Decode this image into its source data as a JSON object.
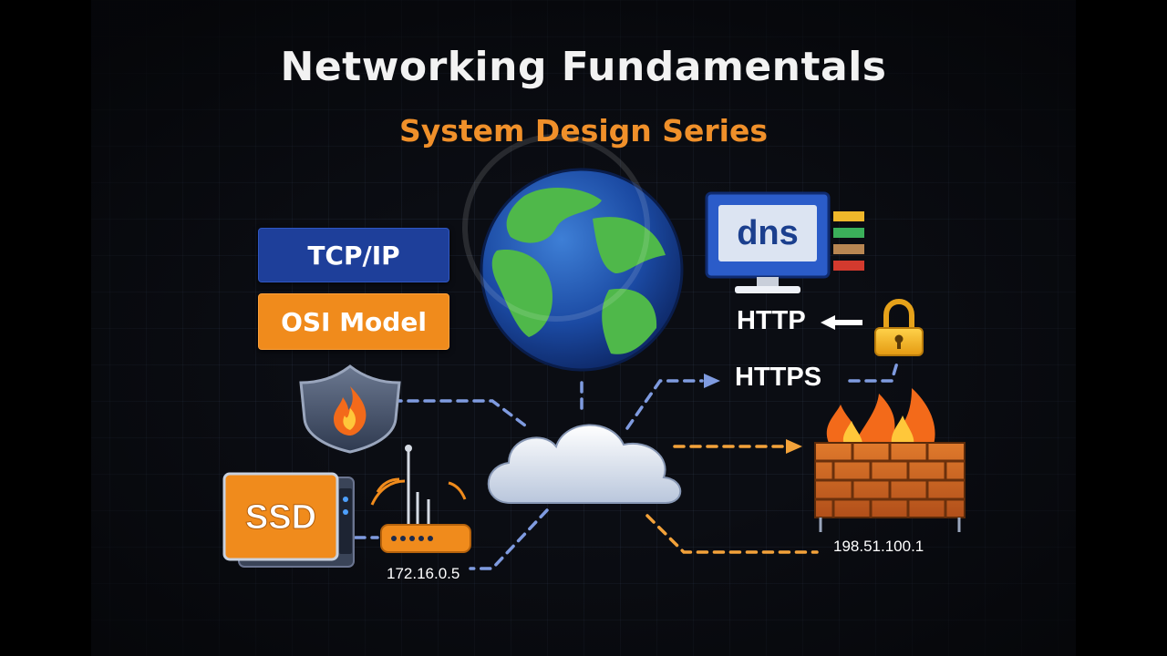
{
  "header": {
    "title": "Networking Fundamentals",
    "subtitle": "System Design Series",
    "subtitle_color": "#f0902a"
  },
  "tags": {
    "tcp": "TCP/IP",
    "osi": "OSI Model"
  },
  "monitor": {
    "label": "dns"
  },
  "protocols": {
    "http": "HTTP",
    "https": "HTTPS"
  },
  "storage": {
    "label": "SSD"
  },
  "addresses": {
    "router_ip": "172.16.0.5",
    "firewall_ip": "198.51.100.1"
  },
  "icons": [
    "globe-icon",
    "monitor-icon",
    "lock-icon",
    "shield-icon",
    "flame-icon",
    "cloud-icon",
    "router-icon",
    "ssd-icon",
    "firewall-icon"
  ],
  "colors": {
    "blue": "#1e3f9a",
    "orange": "#f08b1c",
    "dash_blue": "#7f9be0",
    "dash_orange": "#f3a23a"
  }
}
